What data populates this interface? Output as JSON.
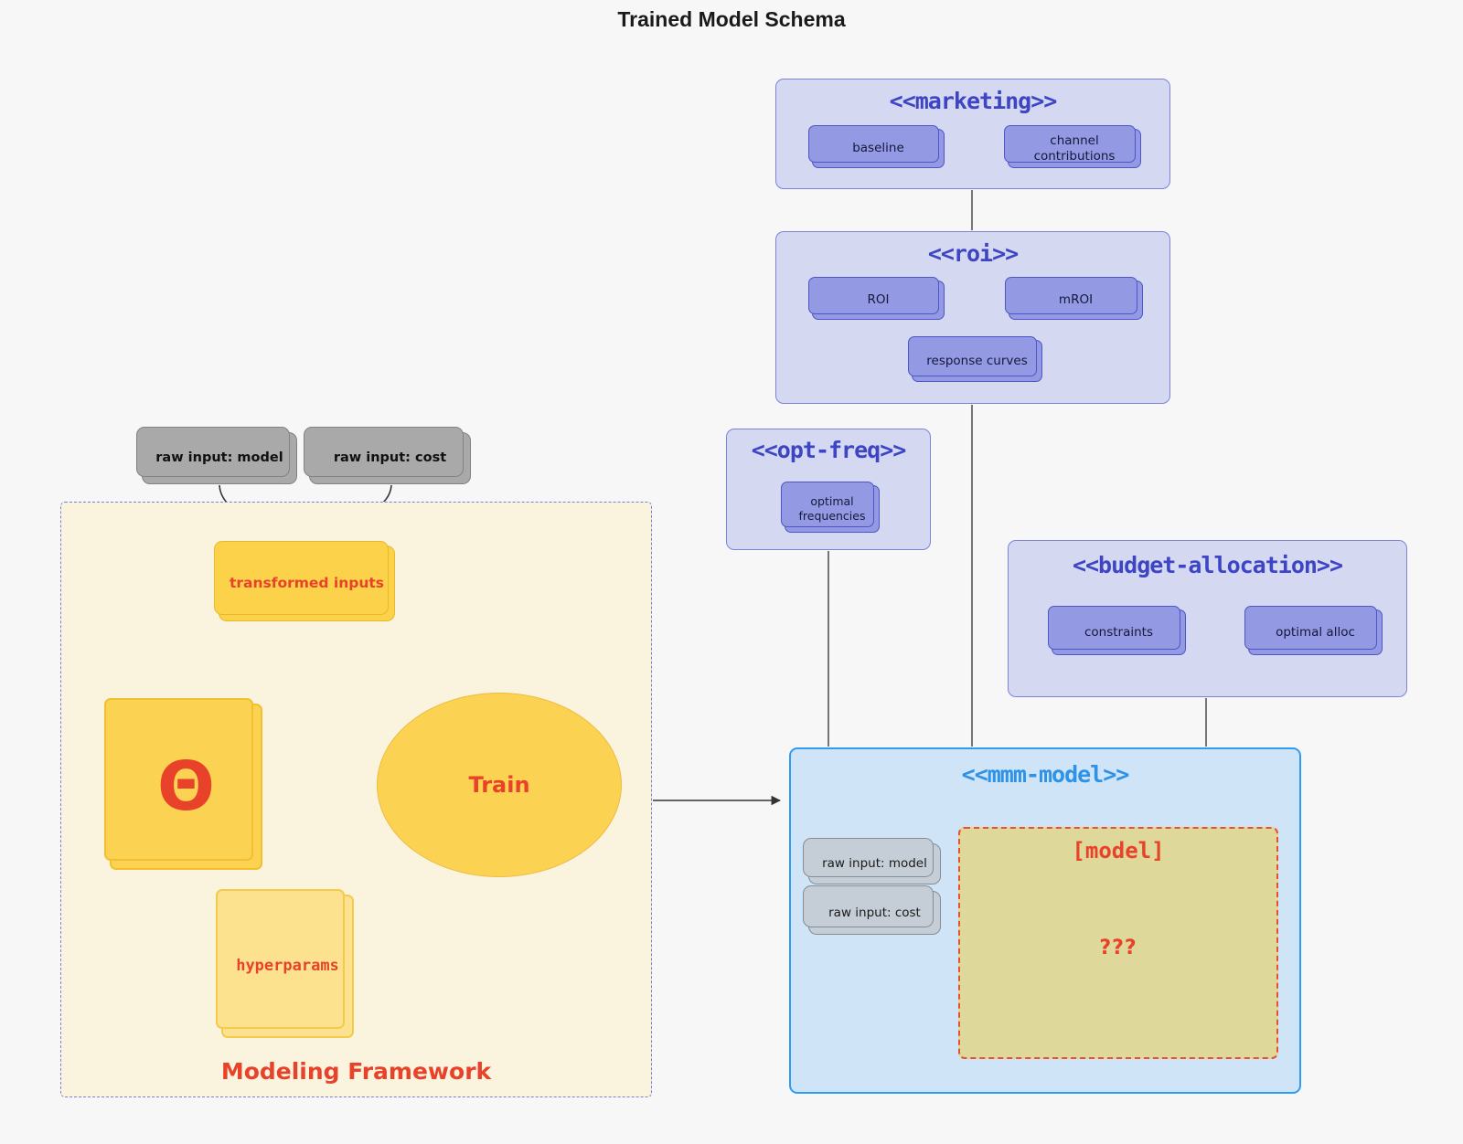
{
  "title": "Trained Model Schema",
  "colors": {
    "background": "#f7f7f8",
    "lavender_fill": "#d5d8f1",
    "purple_node": "#9399e2",
    "indigo_text": "#3d45c4",
    "blue_accent": "#2e9cf2",
    "red_accent": "#e8432a",
    "yellow_node": "#fcd24b",
    "khaki_fill": "#ded89a",
    "cream_fill": "#faf3de",
    "gray_node": "#a9a9a9"
  },
  "marketing": {
    "title": "<<marketing>>",
    "nodes": {
      "baseline": "baseline",
      "channel": "channel contributions"
    }
  },
  "roi": {
    "title": "<<roi>>",
    "nodes": {
      "roi": "ROI",
      "mroi": "mROI",
      "response": "response curves"
    }
  },
  "opt_freq": {
    "title": "<<opt-freq>>",
    "nodes": {
      "frequencies": "optimal frequencies"
    }
  },
  "budget": {
    "title": "<<budget-allocation>>",
    "nodes": {
      "constraints": "constraints",
      "alloc": "optimal alloc"
    }
  },
  "mmm": {
    "title": "<<mmm-model>>",
    "nodes": {
      "raw_model": "raw input: model",
      "raw_cost": "raw input: cost"
    },
    "model_box": {
      "label": "[model]",
      "placeholder": "???"
    }
  },
  "framework": {
    "label": "Modeling Framework",
    "nodes": {
      "raw_model": "raw input: model",
      "raw_cost": "raw input: cost",
      "transformed": "transformed inputs",
      "theta": "Θ",
      "train": "Train",
      "hyperparams": "hyperparams"
    }
  }
}
